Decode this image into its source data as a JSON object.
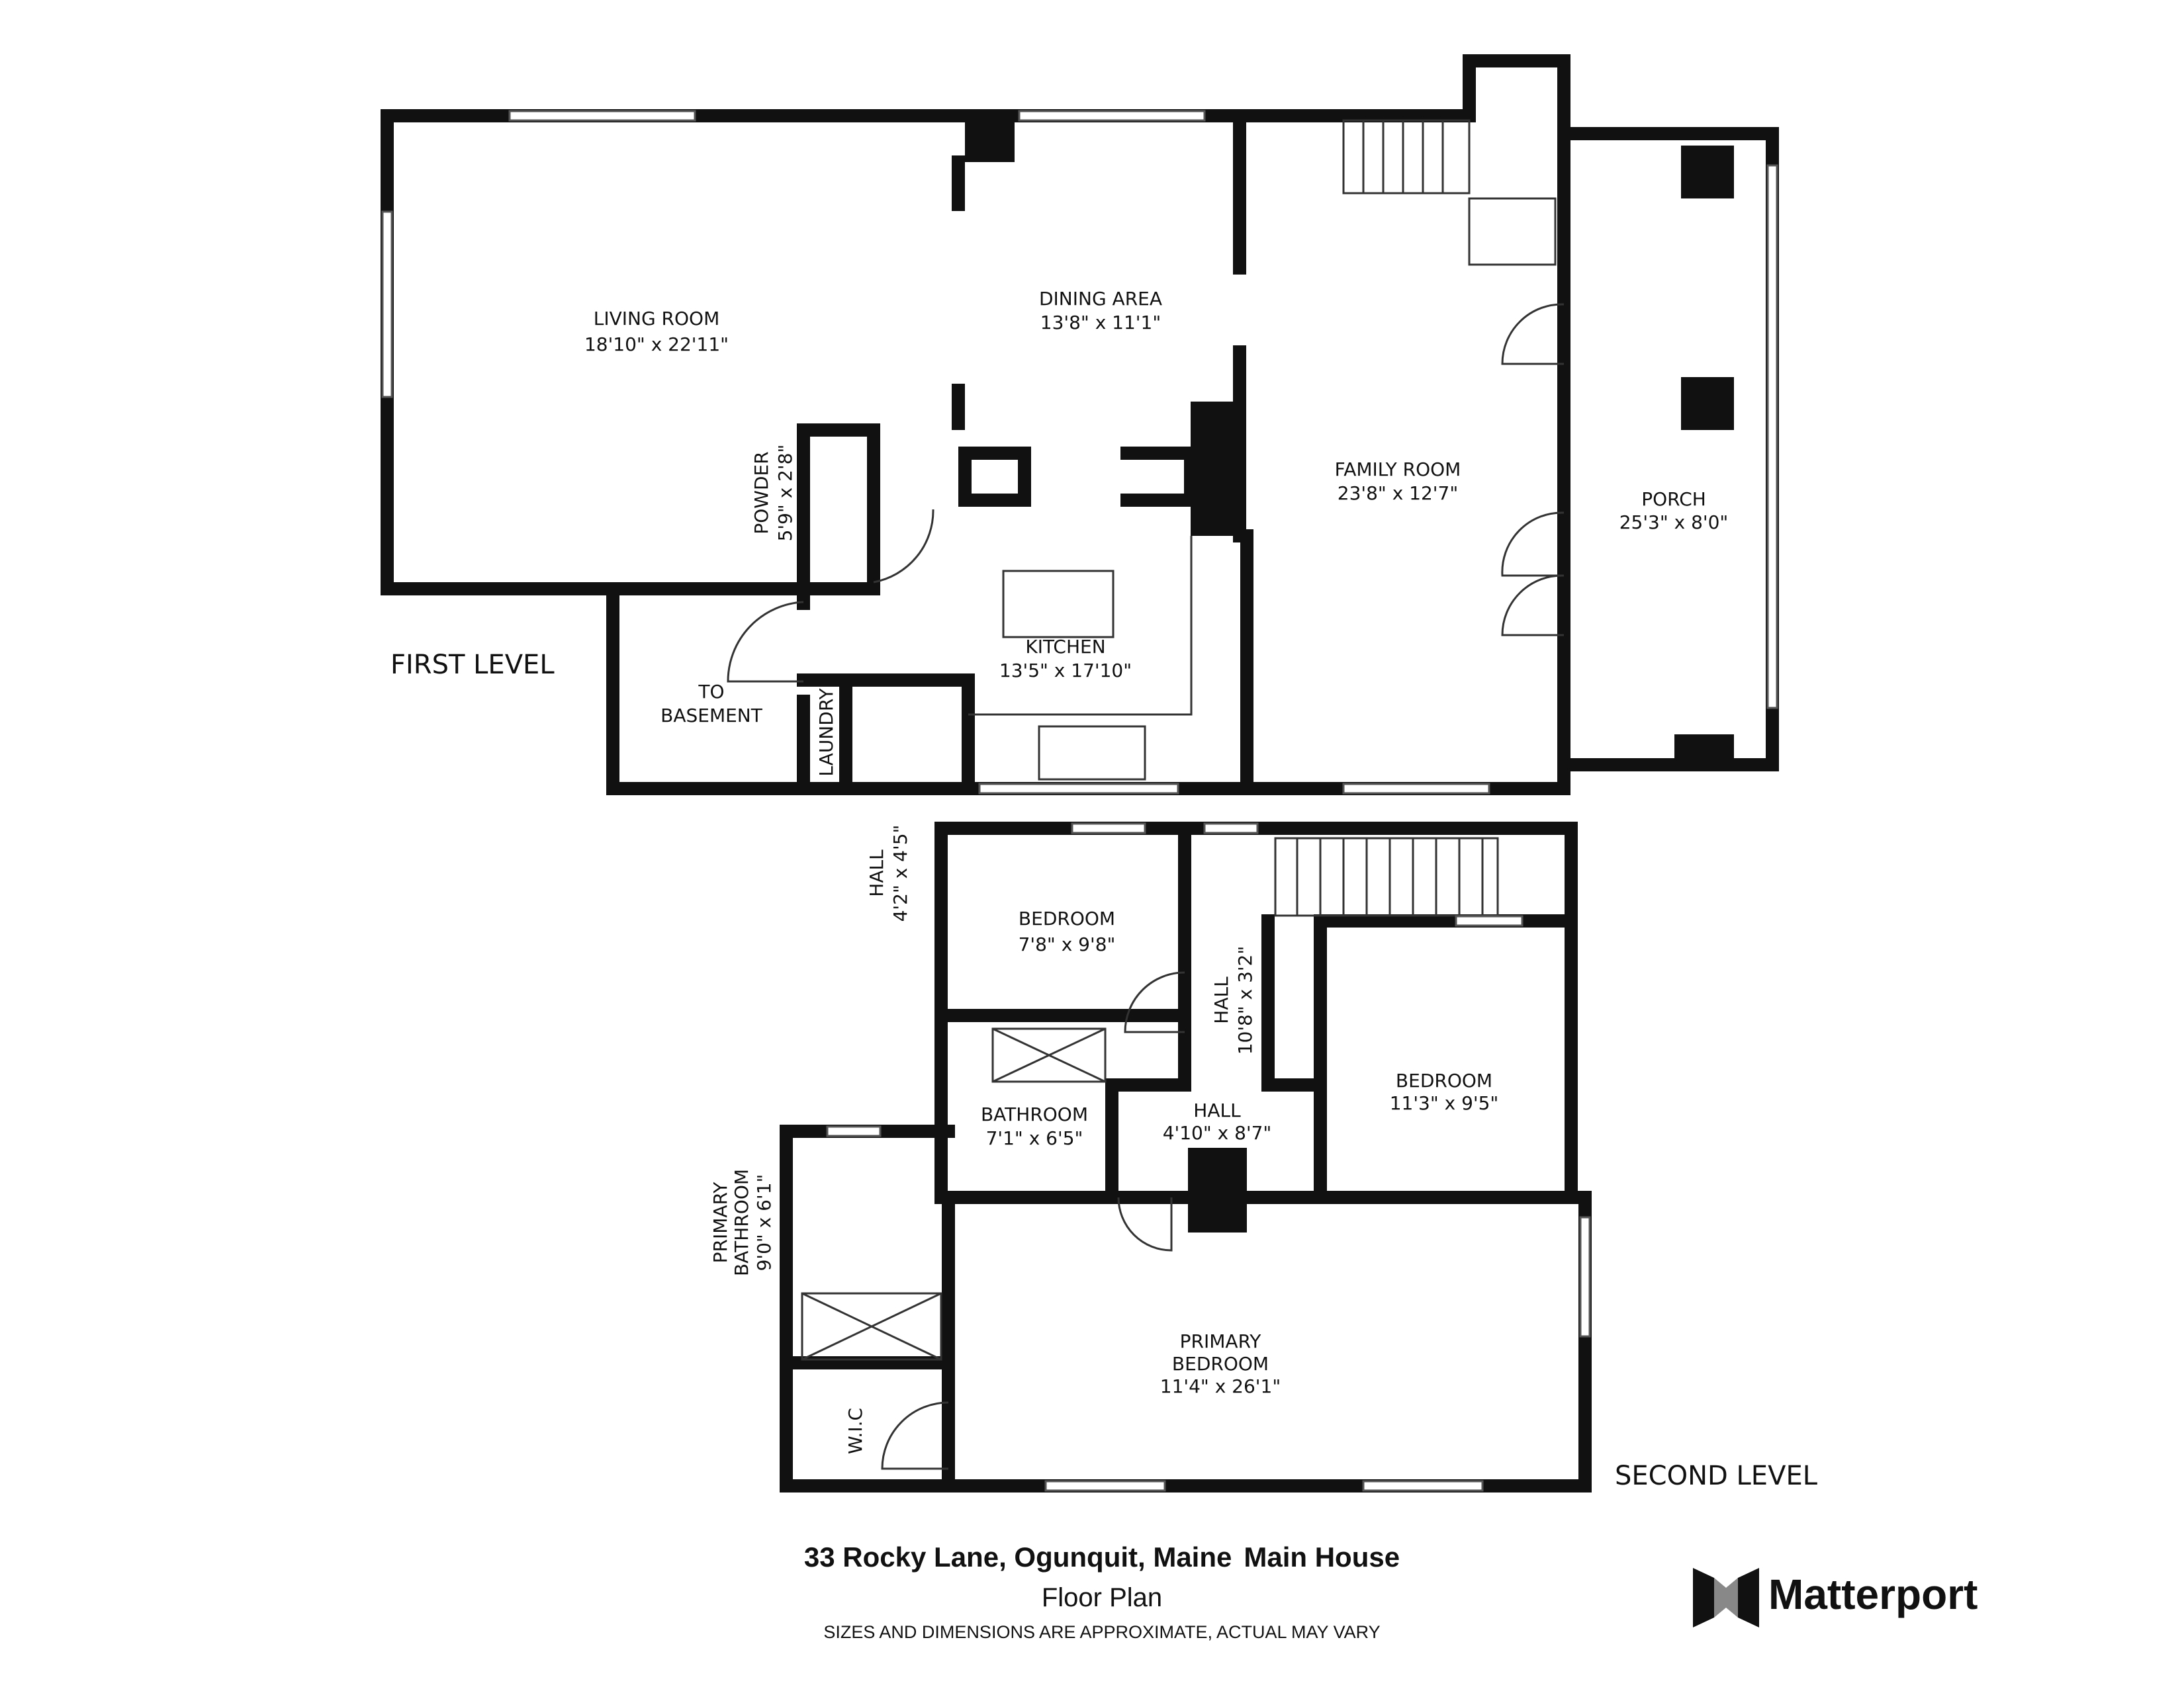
{
  "levels": {
    "first": "FIRST LEVEL",
    "second": "SECOND LEVEL"
  },
  "rooms": {
    "living": {
      "name": "LIVING ROOM",
      "size": "18'10\" x 22'11\""
    },
    "dining": {
      "name": "DINING AREA",
      "size": "13'8\" x 11'1\""
    },
    "family": {
      "name": "FAMILY ROOM",
      "size": "23'8\" x 12'7\""
    },
    "porch": {
      "name": "PORCH",
      "size": "25'3\" x 8'0\""
    },
    "kitchen": {
      "name": "KITCHEN",
      "size": "13'5\" x 17'10\""
    },
    "basement": {
      "line1": "TO",
      "line2": "BASEMENT"
    },
    "laundry": {
      "name": "LAUNDRY"
    },
    "powder": {
      "name": "POWDER",
      "size": "5'9\" x 2'8\""
    },
    "hall_first": {
      "name": "HALL",
      "size": "4'2\" x 4'5\""
    },
    "bedroom_small": {
      "name": "BEDROOM",
      "size": "7'8\" x 9'8\""
    },
    "hall_upper": {
      "name": "HALL",
      "size": "10'8\" x 3'2\""
    },
    "bedroom_right": {
      "name": "BEDROOM",
      "size": "11'3\" x 9'5\""
    },
    "bathroom": {
      "name": "BATHROOM",
      "size": "7'1\" x 6'5\""
    },
    "hall_mid": {
      "name": "HALL",
      "size": "4'10\" x 8'7\""
    },
    "primary_bathroom": {
      "line1": "PRIMARY",
      "line2": "BATHROOM",
      "size": "9'0\" x 6'1\""
    },
    "primary_bedroom": {
      "line1": "PRIMARY",
      "line2": "BEDROOM",
      "size": "11'4\" x 26'1\""
    },
    "wic": {
      "name": "W.I.C"
    }
  },
  "footer": {
    "address": "33 Rocky Lane, Ogunquit, Maine",
    "building": "Main House",
    "subtitle": "Floor Plan",
    "disclaimer": "SIZES AND DIMENSIONS ARE APPROXIMATE, ACTUAL MAY VARY"
  },
  "logo": {
    "text": "Matterport",
    "icon": "matterport-logo-icon"
  }
}
